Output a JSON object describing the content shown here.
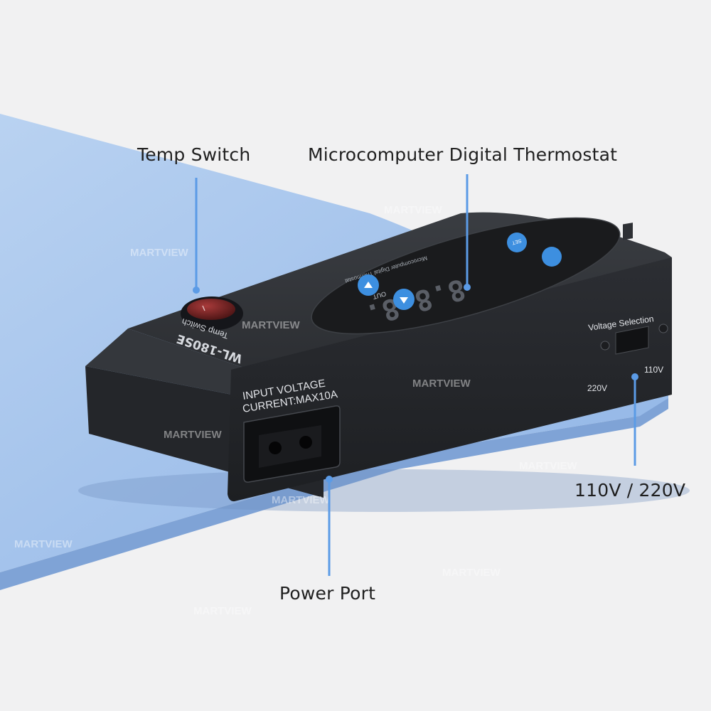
{
  "callouts": {
    "temp_switch": "Temp Switch",
    "thermostat": "Microcomputer Digital Thermostat",
    "voltage": "110V / 220V",
    "power_port": "Power Port"
  },
  "device": {
    "model": "WL-180SE",
    "switch_label": "Temp Switch",
    "thermostat_caption": "Microcomputer Digital Thermostat",
    "display_value": "8.8.8.",
    "out_label": "OUT",
    "set_label": "SET",
    "input_line1": "INPUT VOLTAGE",
    "input_line2": "CURRENT:MAX10A",
    "voltage_selection": "Voltage Selection",
    "v220": "220V",
    "v110": "110V"
  },
  "watermark": "MARTVIEW",
  "colors": {
    "background": "#f1f1f2",
    "mat": "#9fc0ea",
    "device_body": "#26282c",
    "button_blue": "#3d8fe0",
    "callout_line": "#5b9be6"
  }
}
